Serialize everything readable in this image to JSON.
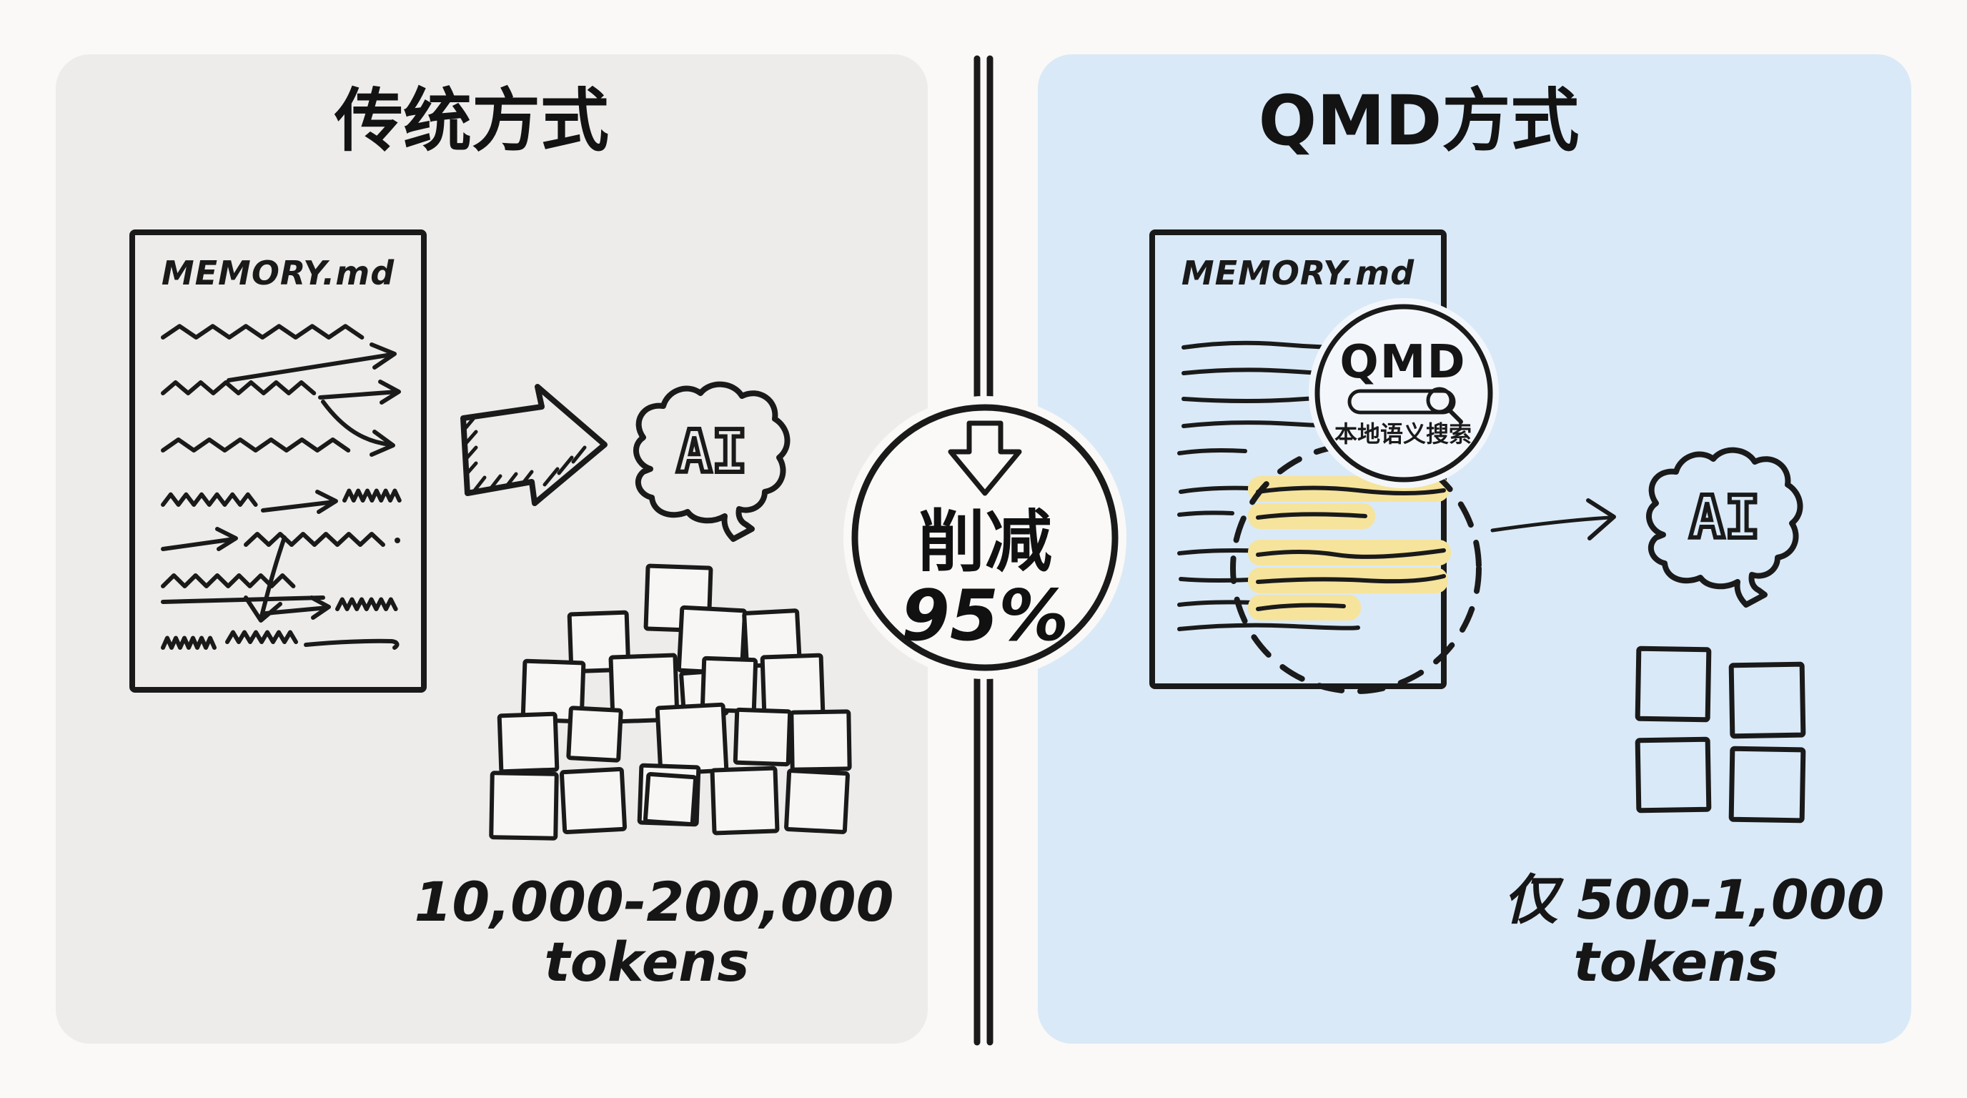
{
  "left_panel": {
    "title": "传统方式",
    "document": {
      "title": "MEMORY.md"
    },
    "ai_label": "AI",
    "tokens": {
      "range": "10,000-200,000",
      "unit": "tokens"
    }
  },
  "right_panel": {
    "title": "QMD方式",
    "document": {
      "title": "MEMORY.md"
    },
    "qmd_badge": {
      "name": "QMD",
      "caption": "本地语义搜索"
    },
    "ai_label": "AI",
    "tokens": {
      "range": "仅 500-1,000",
      "unit": "tokens"
    }
  },
  "center_badge": {
    "line1": "削减",
    "line2": "95%"
  },
  "colors": {
    "background": "#faf9f7",
    "panel_left": "#edecea",
    "panel_right": "#d9e9f7",
    "badge_blue": "#b7d9f1",
    "qmd_badge_gray": "#e9ebee",
    "highlight_yellow": "#f6e49c",
    "paper": "#fcfbfa",
    "ink": "#1a1a1a"
  }
}
